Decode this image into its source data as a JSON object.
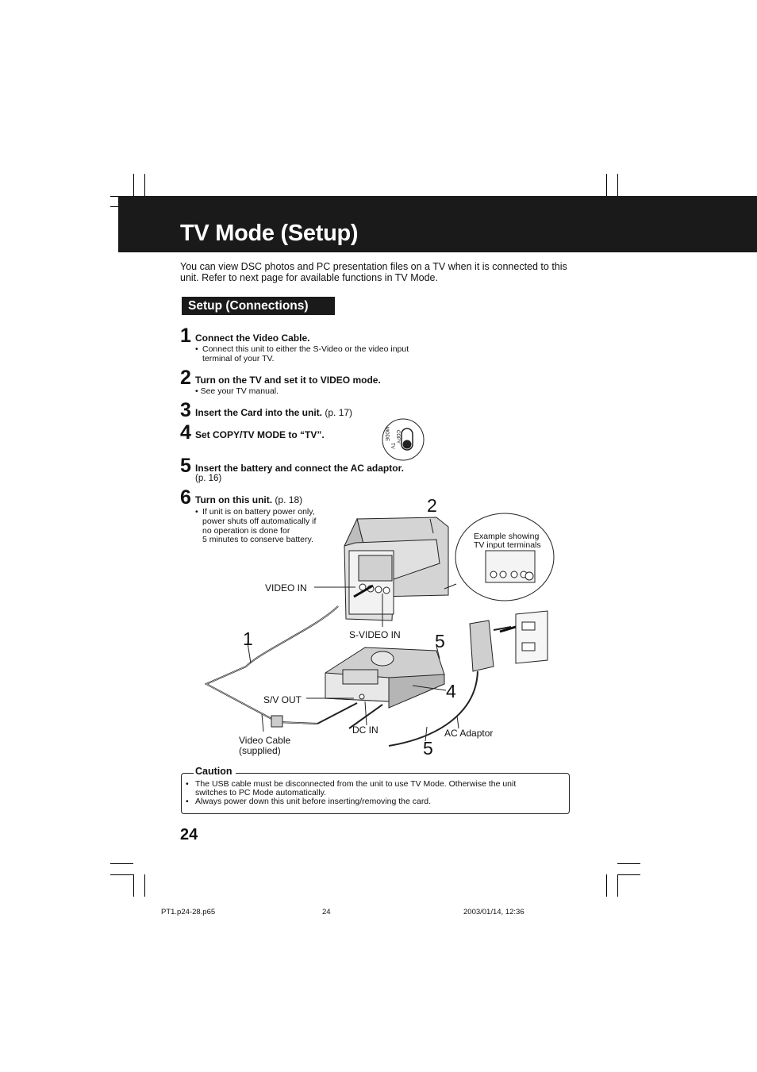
{
  "page_title": "TV Mode (Setup)",
  "intro": "You can view DSC photos and PC presentation files on a TV when it is connected to this unit. Refer to next page for available functions in TV Mode.",
  "section_heading": "Setup (Connections)",
  "steps": [
    {
      "num": "1",
      "title": "Connect the Video Cable.",
      "ref": "",
      "notes": [
        "Connect this unit to either the S-Video or the video input",
        "terminal of your TV."
      ]
    },
    {
      "num": "2",
      "title": "Turn on the TV and set it to VIDEO mode.",
      "ref": "",
      "notes": [
        "• See your TV manual."
      ]
    },
    {
      "num": "3",
      "title": "Insert the Card into the unit.",
      "ref": " (p. 17)",
      "notes": []
    },
    {
      "num": "4",
      "title": "Set COPY/TV MODE to “TV”.",
      "ref": "",
      "notes": []
    },
    {
      "num": "5",
      "title": "Insert the battery and connect the AC adaptor.",
      "ref": "",
      "notes": [
        "(p. 16)"
      ]
    },
    {
      "num": "6",
      "title": "Turn on this unit.",
      "ref": " (p. 18)",
      "notes": [
        "If unit is on battery power only,",
        "power shuts off automatically if",
        "no operation is done for",
        "5 minutes to conserve battery."
      ]
    }
  ],
  "switch_label": {
    "line1": "COPY",
    "line2": "TV",
    "line3": "MODE"
  },
  "diagram": {
    "video_in": "VIDEO IN",
    "s_video_in": "S-VIDEO IN",
    "sv_out": "S/V OUT",
    "video_cable_line1": "Video Cable",
    "video_cable_line2": "(supplied)",
    "dc_in": "DC IN",
    "ac_adaptor": "AC Adaptor",
    "example_line1": "Example showing",
    "example_line2": "TV input terminals",
    "callouts": {
      "c2": "2",
      "c1": "1",
      "c5a": "5",
      "c4": "4",
      "c5b": "5"
    }
  },
  "caution": {
    "title": "Caution",
    "items": [
      "The USB cable must be disconnected from the unit to use TV Mode. Otherwise the unit",
      "switches to PC Mode automatically.",
      "Always power down this unit before inserting/removing the card."
    ]
  },
  "page_number": "24",
  "footer": {
    "left": "PT1.p24-28.p65",
    "center": "24",
    "right": "2003/01/14, 12:36"
  }
}
